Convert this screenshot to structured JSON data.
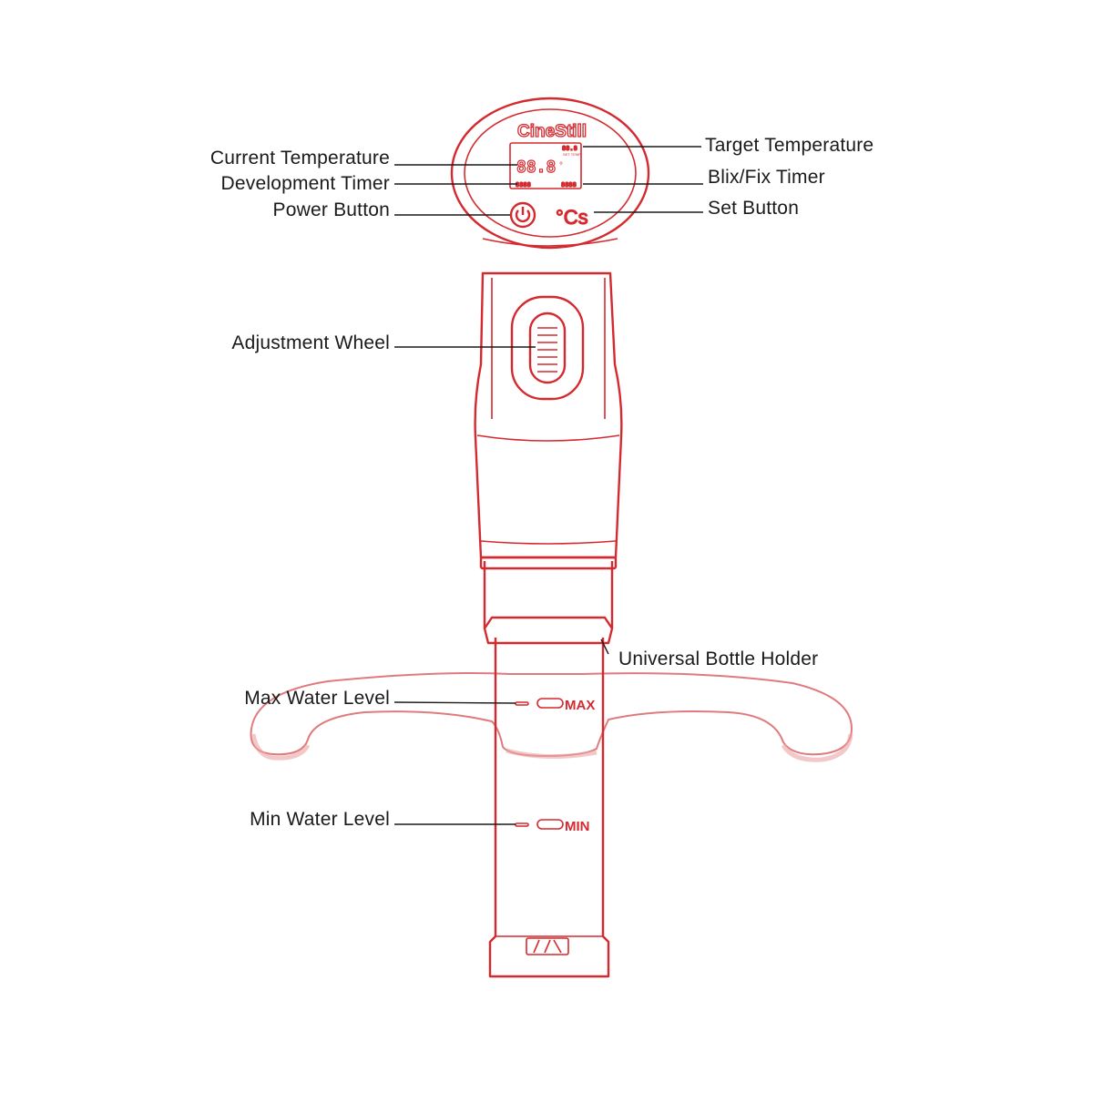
{
  "brand": "CineStill",
  "display": {
    "current_temp": "88.8",
    "unit": "°",
    "target_temp": "88.8",
    "set_temp_caption": "SET TEMP",
    "dev_timer": "8888",
    "blix_timer": "8888",
    "power_icon": "power-icon",
    "set_button_glyph": "°Cs"
  },
  "labels": {
    "current_temperature": "Current Temperature",
    "development_timer": "Development Timer",
    "power_button": "Power Button",
    "adjustment_wheel": "Adjustment Wheel",
    "max_water_level": "Max Water Level",
    "min_water_level": "Min Water Level",
    "target_temperature": "Target Temperature",
    "blix_fix_timer": "Blix/Fix Timer",
    "set_button": "Set Button",
    "universal_bottle_holder": "Universal Bottle Holder"
  },
  "markings": {
    "max": "MAX",
    "min": "MIN"
  },
  "colors": {
    "outline": "#d42a2f",
    "holder": "#e07a7c",
    "text": "#1a1a1a"
  }
}
